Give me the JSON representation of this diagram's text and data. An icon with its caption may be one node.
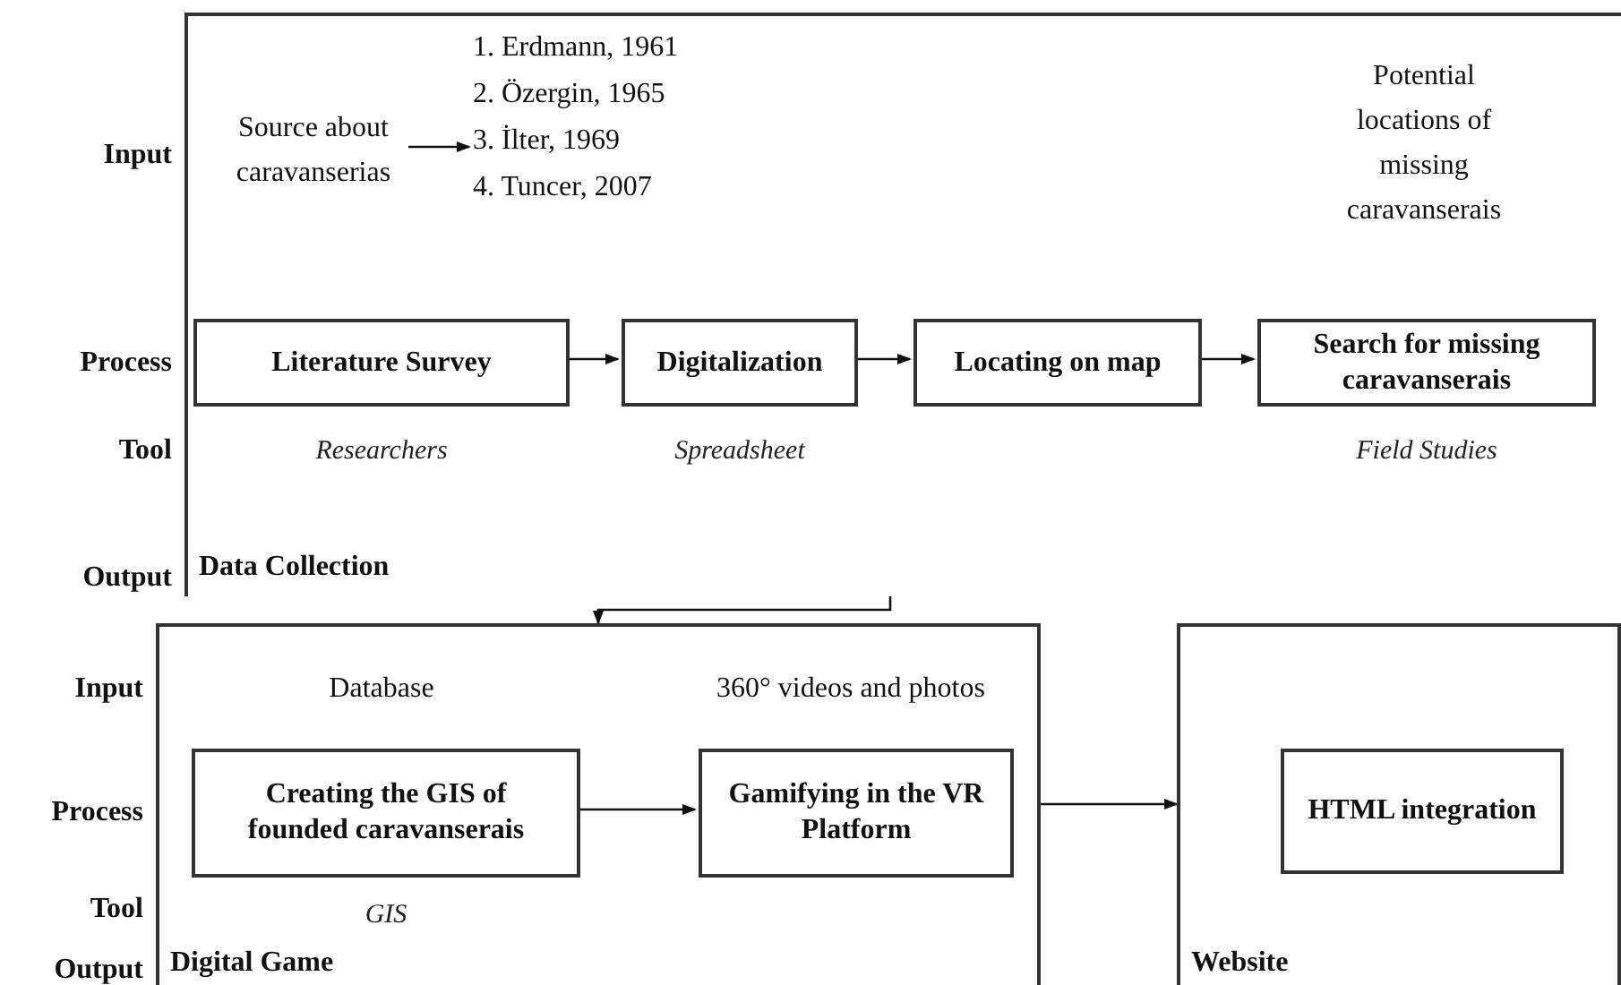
{
  "diagram": {
    "nodes": [
      {
        "text": [
          "Data Collection"
        ]
      },
      {
        "text": [
          "Source about caravanserias"
        ],
        "in": 0
      },
      {
        "text": [
          "1. Erdmann, 1961",
          "2. Özergin, 1965",
          "3. İlter, 1969",
          "4. Tuncer, 2007"
        ],
        "in": 0
      },
      {
        "text": [
          "Literature Survey"
        ],
        "in": 0,
        "beside": [
          "Researchers"
        ]
      },
      {
        "text": [
          "Digitalization"
        ],
        "in": 0,
        "beside": [
          "Spreadsheet"
        ]
      },
      {
        "text": [
          "Locating on map"
        ],
        "in": 0
      },
      {
        "text": [
          "Search for missing caravanserais"
        ],
        "in": 0,
        "beside": [
          "Field Studies"
        ]
      },
      {
        "text": [
          "Digital Game"
        ]
      },
      {
        "text": [
          "Creating the GIS of founded caravanserais"
        ],
        "in": 7,
        "beside": [
          "GIS"
        ]
      },
      {
        "text": [
          "Gamifying in the VR Platform"
        ],
        "in": 7
      },
      {
        "text": [
          "Website"
        ]
      },
      {
        "text": [
          "HTML integration"
        ],
        "in": 10
      }
    ],
    "edges": [
      {
        "from": 1,
        "to": 2,
        "arrow": "to"
      },
      {
        "from": 3,
        "to": 4,
        "arrow": "to"
      },
      {
        "from": 4,
        "to": 5,
        "arrow": "to"
      },
      {
        "from": 5,
        "to": 6,
        "arrow": "to"
      },
      {
        "from": 0,
        "to": 7,
        "arrow": "to"
      },
      {
        "from": 8,
        "to": 9,
        "arrow": "to"
      },
      {
        "from": 7,
        "to": 10,
        "arrow": "to"
      }
    ],
    "labels": [
      "Input",
      "Process",
      "Tool",
      "Output",
      "Potential locations of missing caravanserais",
      "Input",
      "Process",
      "Tool",
      "Output",
      "Database",
      "360° videos and photos"
    ]
  }
}
